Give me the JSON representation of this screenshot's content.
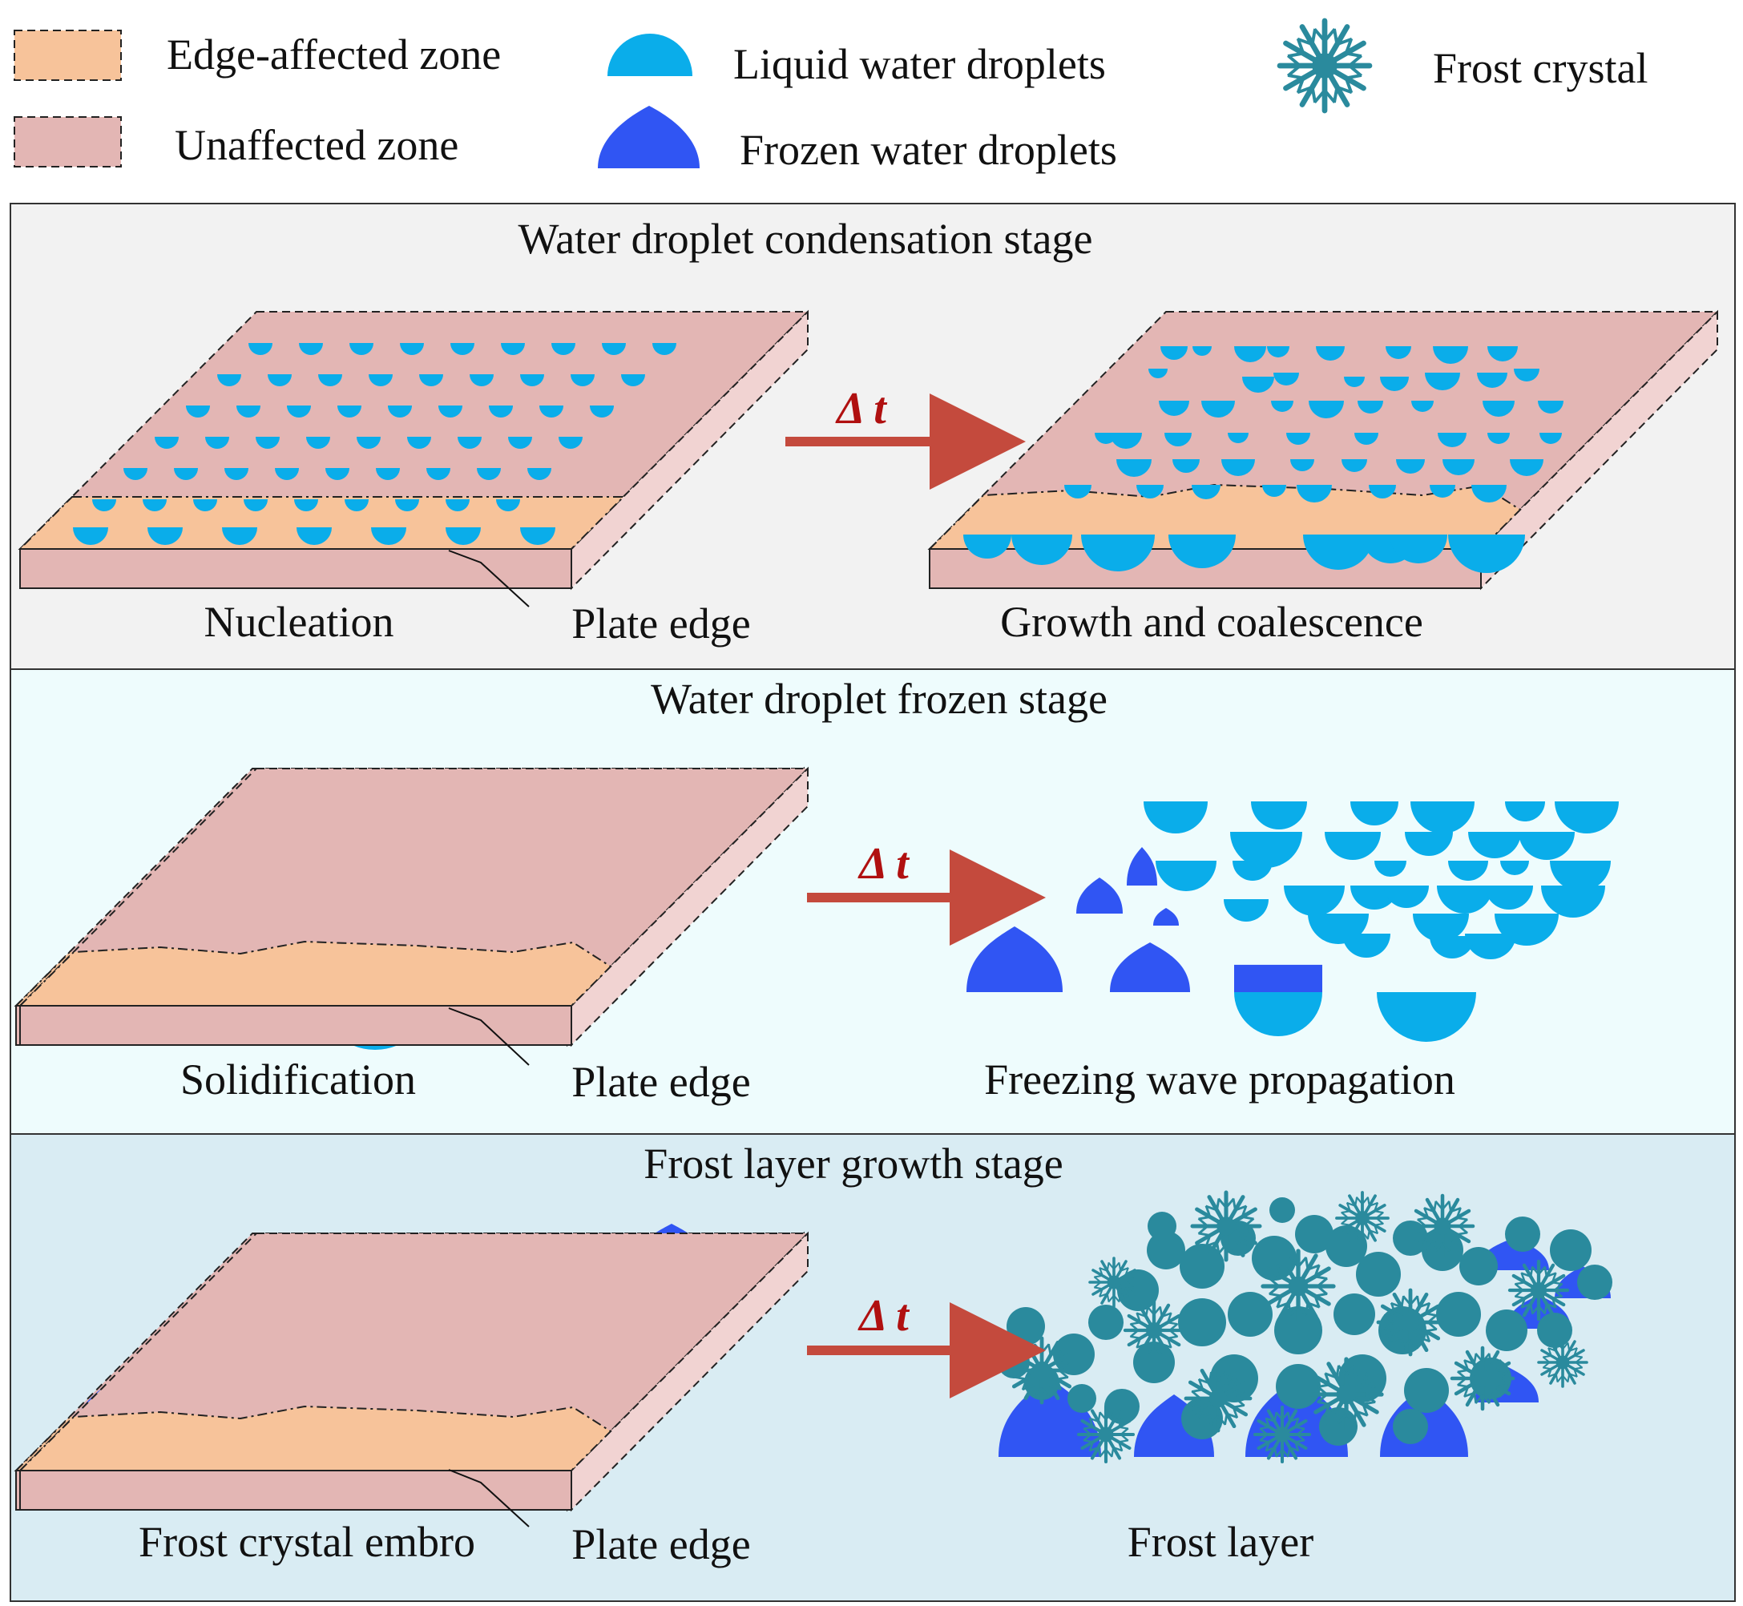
{
  "legend": {
    "edge_zone": "Edge-affected zone",
    "unaffected_zone": "Unaffected zone",
    "liquid": "Liquid water droplets",
    "frozen": "Frozen water droplets",
    "crystal": "Frost crystal"
  },
  "stages": [
    {
      "title": "Water droplet condensation stage",
      "left_caption": "Nucleation",
      "edge_label": "Plate edge",
      "arrow_label": "Δ t",
      "right_caption": "Growth and coalescence"
    },
    {
      "title": "Water droplet frozen stage",
      "left_caption": "Solidification",
      "edge_label": "Plate edge",
      "arrow_label": "Δ t",
      "right_caption": "Freezing wave propagation"
    },
    {
      "title": "Frost layer growth stage",
      "left_caption": "Frost crystal embro",
      "edge_label": "Plate edge",
      "arrow_label": "Δ t",
      "right_caption": "Frost layer"
    }
  ],
  "colors": {
    "edge_zone": "#f7c39a",
    "unaffected_zone": "#e3b6b4",
    "plate_side": "#f1d3d2",
    "liquid": "#0aadea",
    "frozen": "#3055f3",
    "crystal": "#2a8a9d",
    "arrow": "#c44a3d",
    "delta_t": "#b01010",
    "stage1_bg": "#f2f2f2",
    "stage2_bg": "#eefcfd",
    "stage3_bg": "#d9ecf3"
  }
}
